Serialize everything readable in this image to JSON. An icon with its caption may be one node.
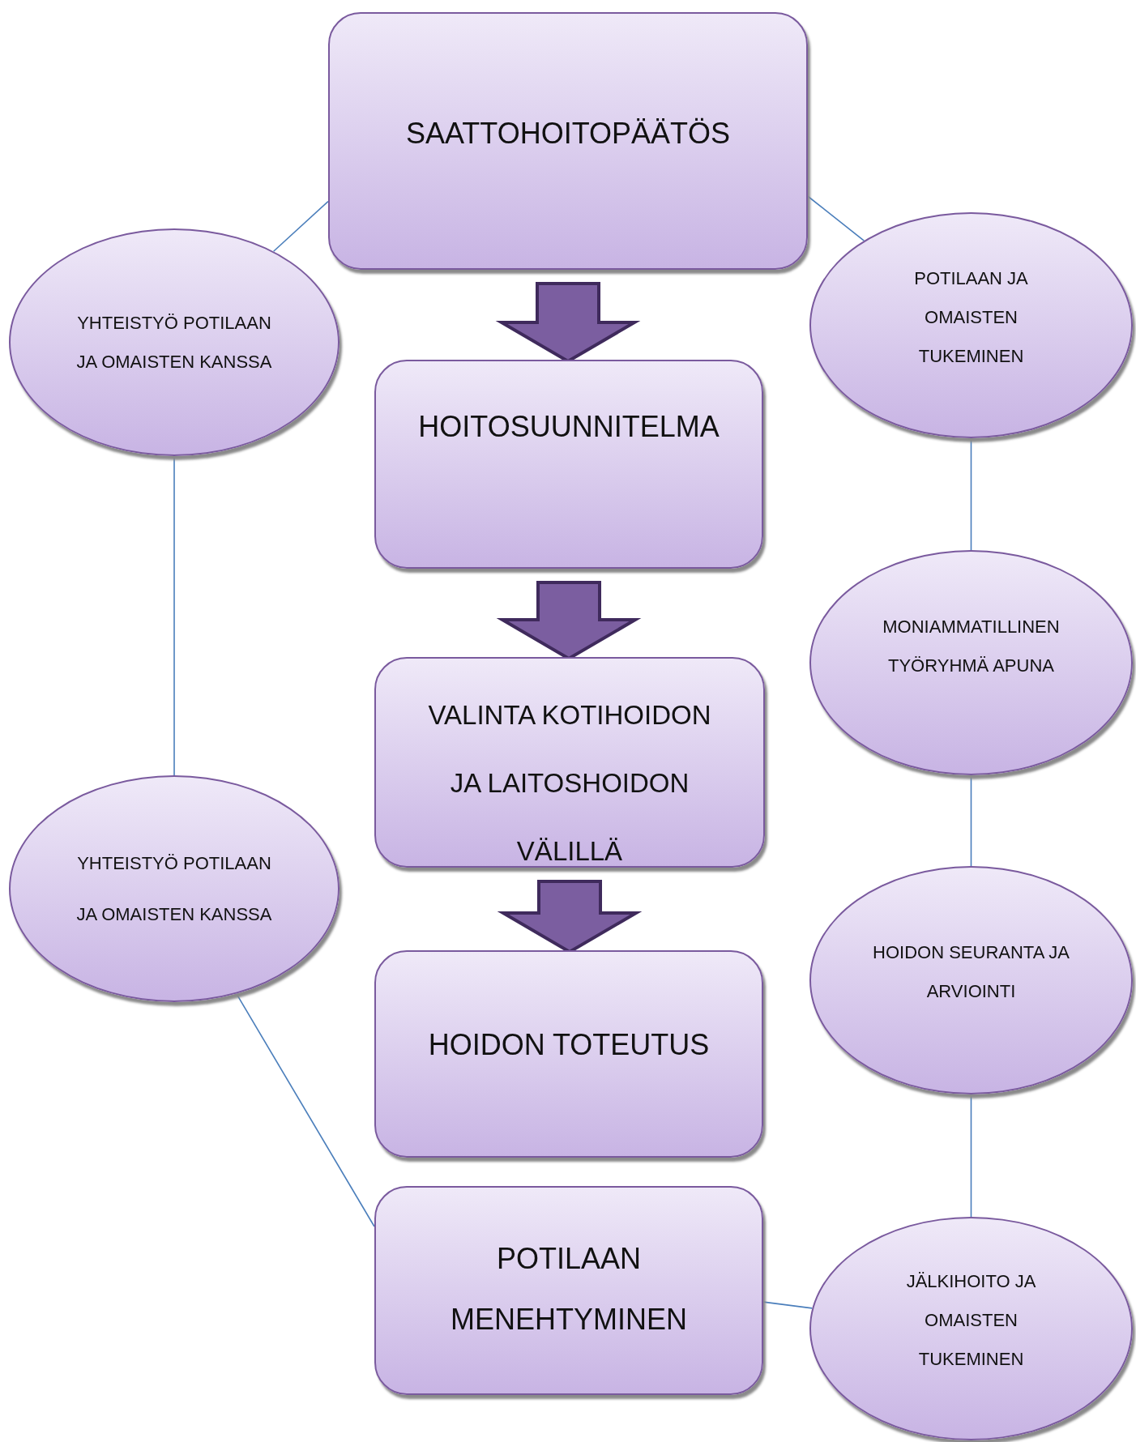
{
  "diagram": {
    "nodes": [
      {
        "text": [
          "SAATTOHOITOPÄÄTÖS"
        ]
      },
      {
        "text": [
          "HOITOSUUNNITELMA"
        ]
      },
      {
        "text": [
          "VALINTA KOTIHOIDON JA LAITOSHOIDON VÄLILLÄ"
        ]
      },
      {
        "text": [
          "HOIDON TOTEUTUS"
        ]
      },
      {
        "text": [
          "POTILAAN MENEHTYMINEN"
        ]
      },
      {
        "text": [
          "YHTEISTYÖ POTILAAN JA OMAISTEN KANSSA"
        ]
      },
      {
        "text": [
          "YHTEISTYÖ POTILAAN JA OMAISTEN KANSSA"
        ]
      },
      {
        "text": [
          "POTILAAN JA OMAISTEN TUKEMINEN"
        ]
      },
      {
        "text": [
          "MONIAMMATILLINEN TYÖRYHMÄ APUNA"
        ]
      },
      {
        "text": [
          "HOIDON SEURANTA JA ARVIOINTI"
        ]
      },
      {
        "text": [
          "JÄLKIHOITO JA OMAISTEN TUKEMINEN"
        ]
      }
    ],
    "edges": [
      {
        "from": 0,
        "to": 1,
        "arrow": "to",
        "style": "thick",
        "color": "#7b5ea0"
      },
      {
        "from": 1,
        "to": 2,
        "arrow": "to",
        "style": "thick",
        "color": "#7b5ea0"
      },
      {
        "from": 2,
        "to": 3,
        "arrow": "to",
        "style": "thick",
        "color": "#7b5ea0"
      },
      {
        "from": 0,
        "to": 5,
        "arrow": "none"
      },
      {
        "from": 0,
        "to": 7,
        "arrow": "none"
      },
      {
        "from": 5,
        "to": 6,
        "arrow": "none"
      },
      {
        "from": 6,
        "to": 4,
        "arrow": "none"
      },
      {
        "from": 7,
        "to": 8,
        "arrow": "none"
      },
      {
        "from": 8,
        "to": 9,
        "arrow": "none"
      },
      {
        "from": 9,
        "to": 10,
        "arrow": "none"
      },
      {
        "from": 4,
        "to": 10,
        "arrow": "none"
      }
    ]
  }
}
